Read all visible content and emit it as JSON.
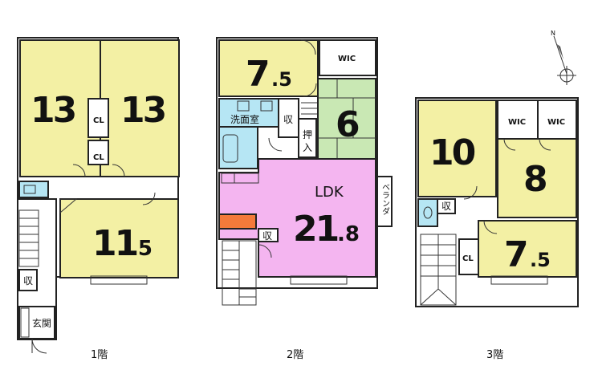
{
  "floors": [
    {
      "label": "1階",
      "rooms": [
        {
          "id": "r13a",
          "main": "13",
          "sub": ""
        },
        {
          "id": "r13b",
          "main": "13",
          "sub": ""
        },
        {
          "id": "r115",
          "main": "11",
          "sub": ".5"
        }
      ],
      "labels": {
        "cl1": "CL",
        "cl2": "CL",
        "storage": "収",
        "entrance": "玄関"
      }
    },
    {
      "label": "2階",
      "rooms": [
        {
          "id": "r75",
          "main": "7",
          "sub": ".5"
        },
        {
          "id": "r6",
          "main": "6",
          "sub": ""
        },
        {
          "id": "ldk",
          "title": "LDK",
          "main": "21",
          "sub": ".8"
        }
      ],
      "labels": {
        "wic": "WIC",
        "washroom": "洗面室",
        "storage1": "収",
        "closet": "押入",
        "storage2": "収",
        "veranda": "ベランダ"
      }
    },
    {
      "label": "3階",
      "rooms": [
        {
          "id": "r10",
          "main": "10",
          "sub": ""
        },
        {
          "id": "r8",
          "main": "8",
          "sub": ""
        },
        {
          "id": "r75b",
          "main": "7",
          "sub": ".5"
        }
      ],
      "labels": {
        "wic1": "WIC",
        "wic2": "WIC",
        "storage": "収",
        "cl": "CL"
      }
    }
  ],
  "compass": {
    "label": "N"
  },
  "colors": {
    "bedroom": "#f3f0a4",
    "tatami": "#c9e8b4",
    "ldk": "#f4b5f0",
    "bath": "#b6e6f4",
    "kitchen_accent": "#f47a3a",
    "wall": "#222222"
  }
}
